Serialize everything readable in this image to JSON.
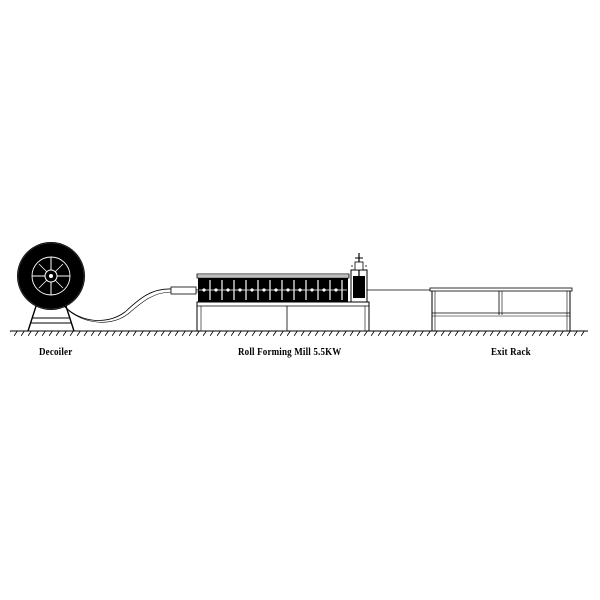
{
  "labels": {
    "decoiler": "Decoiler",
    "mill": "Roll Forming Mill 5.5KW",
    "exit_rack": "Exit Rack"
  },
  "colors": {
    "line": "#000000",
    "background": "#ffffff"
  }
}
